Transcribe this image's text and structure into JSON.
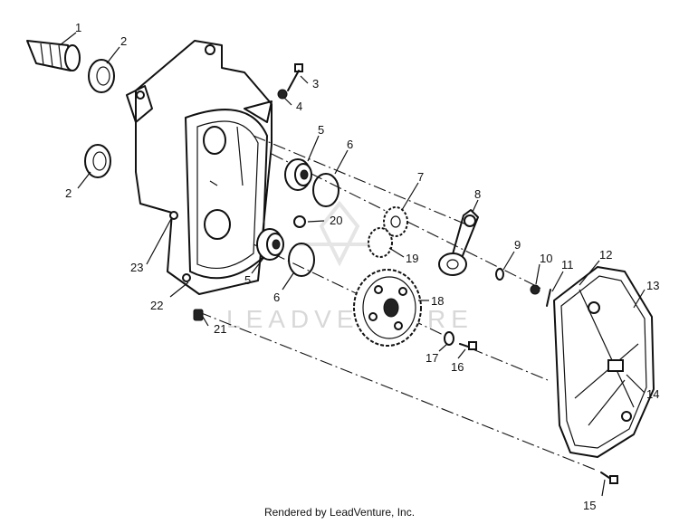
{
  "callouts": [
    {
      "id": "1",
      "text": "1"
    },
    {
      "id": "2a",
      "text": "2"
    },
    {
      "id": "2b",
      "text": "2"
    },
    {
      "id": "3",
      "text": "3"
    },
    {
      "id": "4",
      "text": "4"
    },
    {
      "id": "5a",
      "text": "5"
    },
    {
      "id": "5b",
      "text": "5"
    },
    {
      "id": "6a",
      "text": "6"
    },
    {
      "id": "6b",
      "text": "6"
    },
    {
      "id": "7",
      "text": "7"
    },
    {
      "id": "8",
      "text": "8"
    },
    {
      "id": "9",
      "text": "9"
    },
    {
      "id": "10",
      "text": "10"
    },
    {
      "id": "11",
      "text": "11"
    },
    {
      "id": "12",
      "text": "12"
    },
    {
      "id": "13",
      "text": "13"
    },
    {
      "id": "14",
      "text": "14"
    },
    {
      "id": "15",
      "text": "15"
    },
    {
      "id": "16",
      "text": "16"
    },
    {
      "id": "17",
      "text": "17"
    },
    {
      "id": "18",
      "text": "18"
    },
    {
      "id": "19",
      "text": "19"
    },
    {
      "id": "20",
      "text": "20"
    },
    {
      "id": "21",
      "text": "21"
    },
    {
      "id": "22",
      "text": "22"
    },
    {
      "id": "23",
      "text": "23"
    }
  ],
  "watermark": "LEADVENTURE",
  "footer": "Rendered by LeadVenture, Inc."
}
